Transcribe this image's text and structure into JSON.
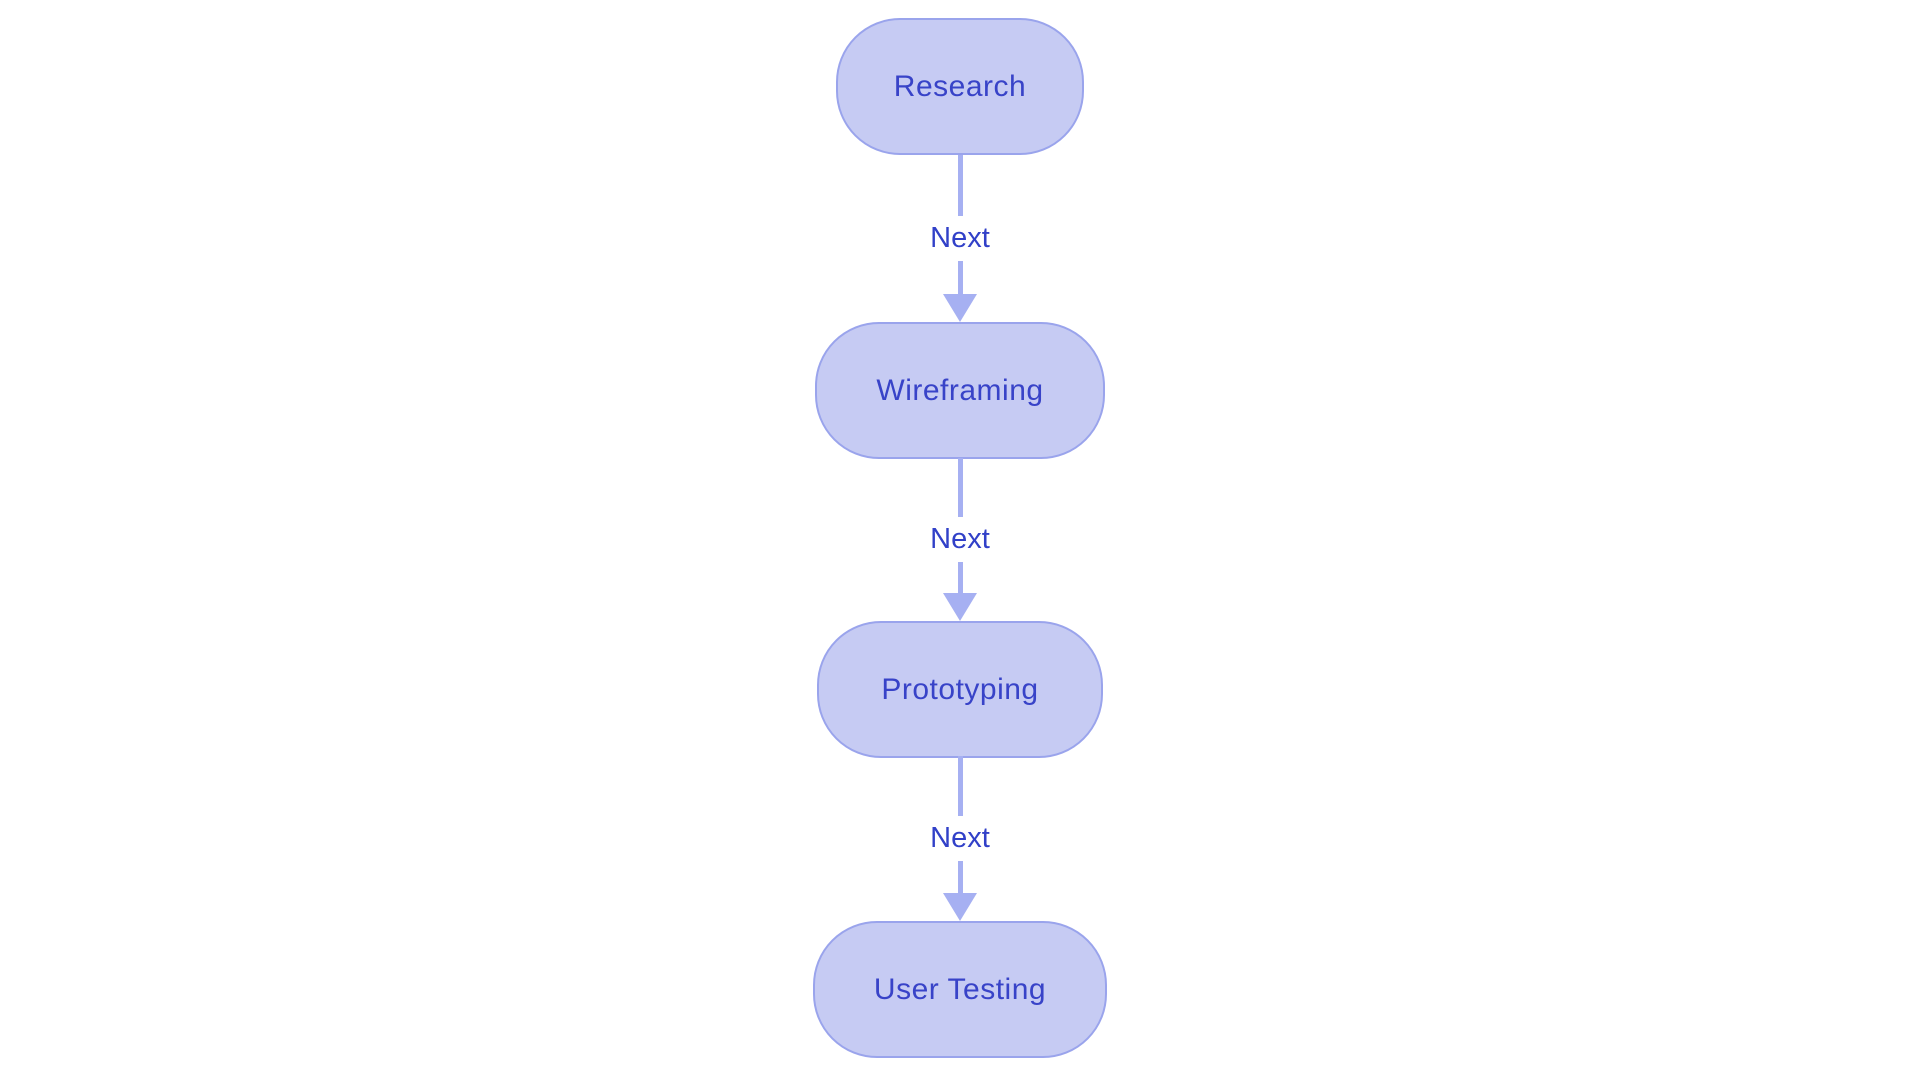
{
  "diagram": {
    "type": "flowchart",
    "direction": "top-down",
    "nodes": [
      {
        "id": "research",
        "label": "Research"
      },
      {
        "id": "wireframing",
        "label": "Wireframing"
      },
      {
        "id": "prototyping",
        "label": "Prototyping"
      },
      {
        "id": "user-testing",
        "label": "User Testing"
      }
    ],
    "edges": [
      {
        "from": "research",
        "to": "wireframing",
        "label": "Next"
      },
      {
        "from": "wireframing",
        "to": "prototyping",
        "label": "Next"
      },
      {
        "from": "prototyping",
        "to": "user-testing",
        "label": "Next"
      }
    ],
    "colors": {
      "node_fill": "#c6cbf3",
      "node_border": "#9aa4ec",
      "node_text": "#3843c8",
      "edge_line": "#a6b0f2",
      "edge_label_text": "#3140c8",
      "background": "#ffffff"
    }
  }
}
